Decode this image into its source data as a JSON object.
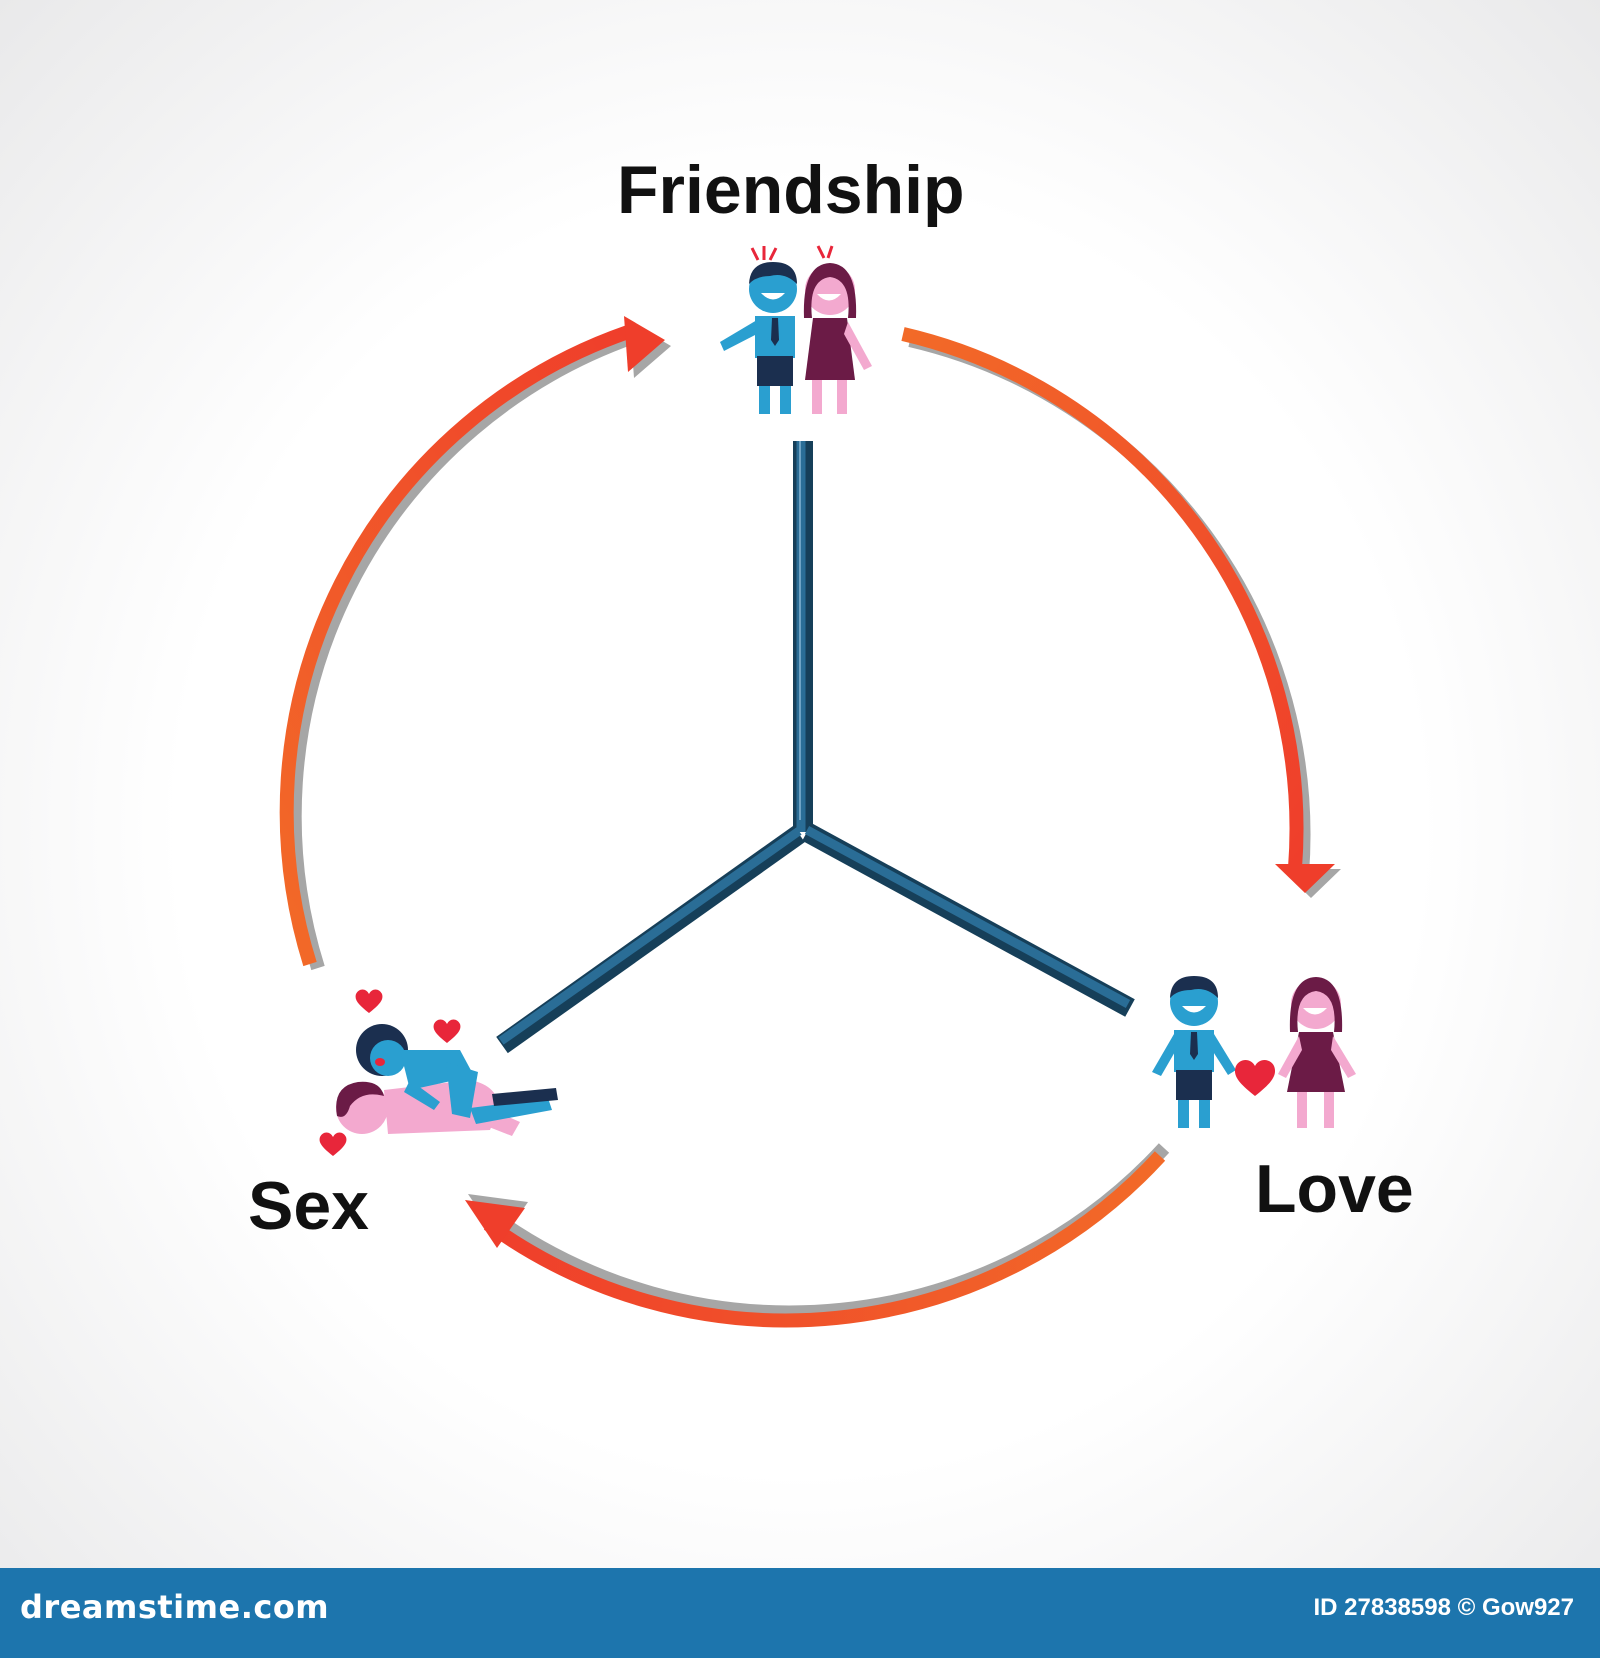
{
  "nodes": {
    "friendship": {
      "label": "Friendship"
    },
    "love": {
      "label": "Love"
    },
    "sex": {
      "label": "Sex"
    }
  },
  "colors": {
    "arrow_red": "#ef3e2b",
    "arrow_orange": "#f26a28",
    "arrow_shadow": "#a6a6a6",
    "peace_blue": "#1f5b80",
    "figure_blue": "#2a9fd0",
    "figure_navy": "#1b2f4f",
    "figure_pink": "#f3a9cf",
    "figure_dress": "#6b1b46",
    "heart_red": "#e8263a",
    "footer_blue": "#1d75ad"
  },
  "watermark": {
    "brand": "dreamstime.com",
    "image_id": "ID 27838598 © Gow927"
  }
}
